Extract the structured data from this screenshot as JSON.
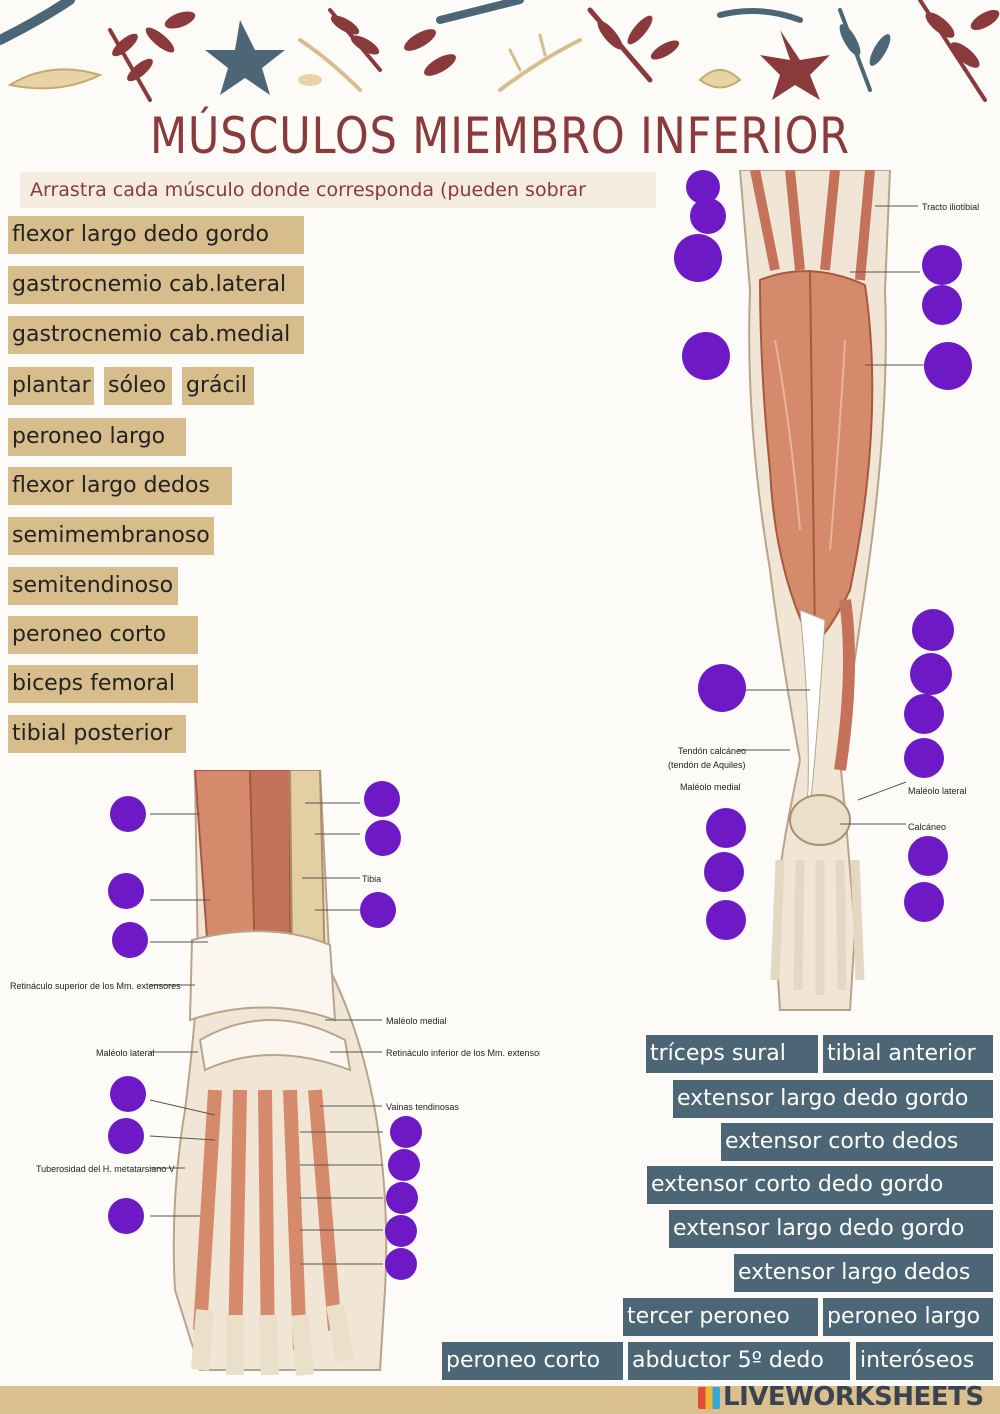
{
  "title": "MÚSCULOS MIEMBRO INFERIOR",
  "instruction": "Arrastra cada músculo donde corresponda (pueden sobrar puntos)",
  "colors": {
    "tan": "#d8bd8c",
    "blue": "#4d6676",
    "dot": "#6d19c6",
    "title": "#8a3a3a"
  },
  "left_labels": [
    "flexor largo dedo gordo",
    "gastrocnemio cab.lateral",
    "gastrocnemio cab.medial",
    "plantar",
    "sóleo",
    "grácil",
    "peroneo largo",
    "flexor largo dedos",
    "semimembranoso",
    "semitendinoso",
    "peroneo corto",
    "biceps femoral",
    "tibial posterior"
  ],
  "right_labels": [
    "tríceps sural",
    "tibial anterior",
    "extensor largo dedo gordo",
    "extensor corto dedos",
    "extensor corto dedo gordo",
    "extensor largo dedo gordo",
    "extensor largo dedos",
    "tercer peroneo",
    "peroneo largo",
    "peroneo corto",
    "abductor 5º dedo",
    "interóseos"
  ],
  "leg_labels": {
    "tracto": "Tracto iliotibial",
    "tendon1": "Tendón calcáneo",
    "tendon2": "(tendón de Aquiles)",
    "maleolo_medial": "Maléolo medial",
    "maleolo_lateral": "Maléolo lateral",
    "calcaneo": "Calcáneo"
  },
  "foot_labels": {
    "tibia": "Tibia",
    "retinaculo_sup": "Retináculo superior de los Mm. extensores",
    "maleolo_medial": "Maléolo medial",
    "maleolo_lateral": "Maléolo lateral",
    "retinaculo_inf": "Retináculo inferior de los Mm. extensores",
    "vainas": "Vainas tendinosas",
    "tuberosidad": "Tuberosidad del H. metatarsiano V"
  },
  "brand": "LIVEWORKSHEETS"
}
